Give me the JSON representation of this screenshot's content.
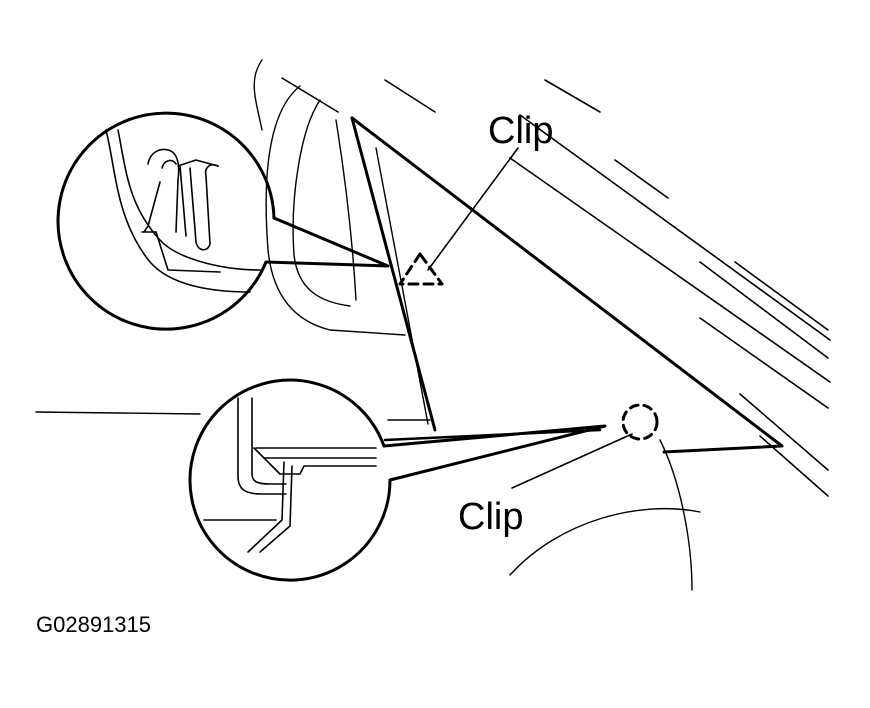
{
  "labels": {
    "clip_top": "Clip",
    "clip_bottom": "Clip",
    "figure_id": "G02891315"
  },
  "colors": {
    "line": "#000000",
    "background": "#ffffff"
  }
}
